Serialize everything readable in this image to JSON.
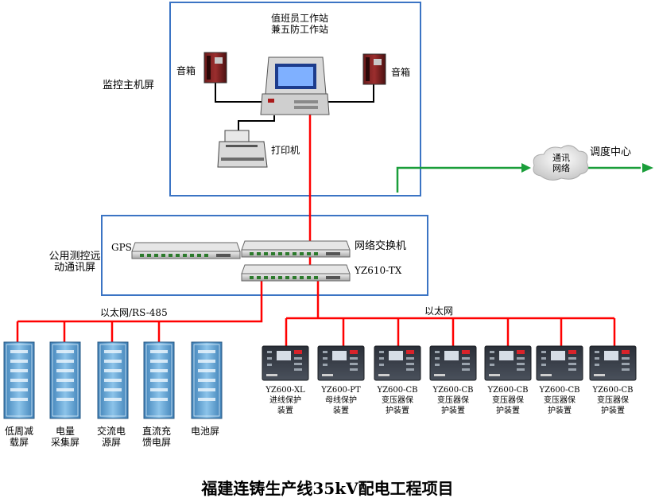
{
  "title": "福建连铸生产线35kV配电工程项目",
  "groups": {
    "host_screen": "监控主机屏",
    "comm_screen": "公用测控远\n动通讯屏"
  },
  "host": {
    "workstation": "值班员工作站\n兼五防工作站",
    "speaker_left": "音箱",
    "speaker_right": "音箱",
    "printer": "打印机"
  },
  "network": {
    "cloud": "通讯\n网络",
    "dispatch": "调度中心",
    "gps": "GPS",
    "switch": "网络交换机",
    "yz610": "YZ610-TX",
    "bus_left": "以太网/RS-485",
    "bus_right": "以太网"
  },
  "cabinets": [
    {
      "label": "低周减\n载屏"
    },
    {
      "label": "电量\n采集屏"
    },
    {
      "label": "交流电\n源屏"
    },
    {
      "label": "直流充\n馈电屏"
    },
    {
      "label": "电池屏"
    }
  ],
  "protections": [
    {
      "label": "YZ600-XL\n进线保护\n装置"
    },
    {
      "label": "YZ600-PT\n母线保护\n装置"
    },
    {
      "label": "YZ600-CB\n变压器保\n护装置"
    },
    {
      "label": "YZ600-CB\n变压器保\n护装置"
    },
    {
      "label": "YZ600-CB\n变压器保\n护装置"
    },
    {
      "label": "YZ600-CB\n变压器保\n护装置"
    },
    {
      "label": "YZ600-CB\n变压器保\n护装置"
    }
  ],
  "colors": {
    "frame": "#3b74c4",
    "link": "#ff0000",
    "dispatch_link": "#1a9e3a"
  }
}
